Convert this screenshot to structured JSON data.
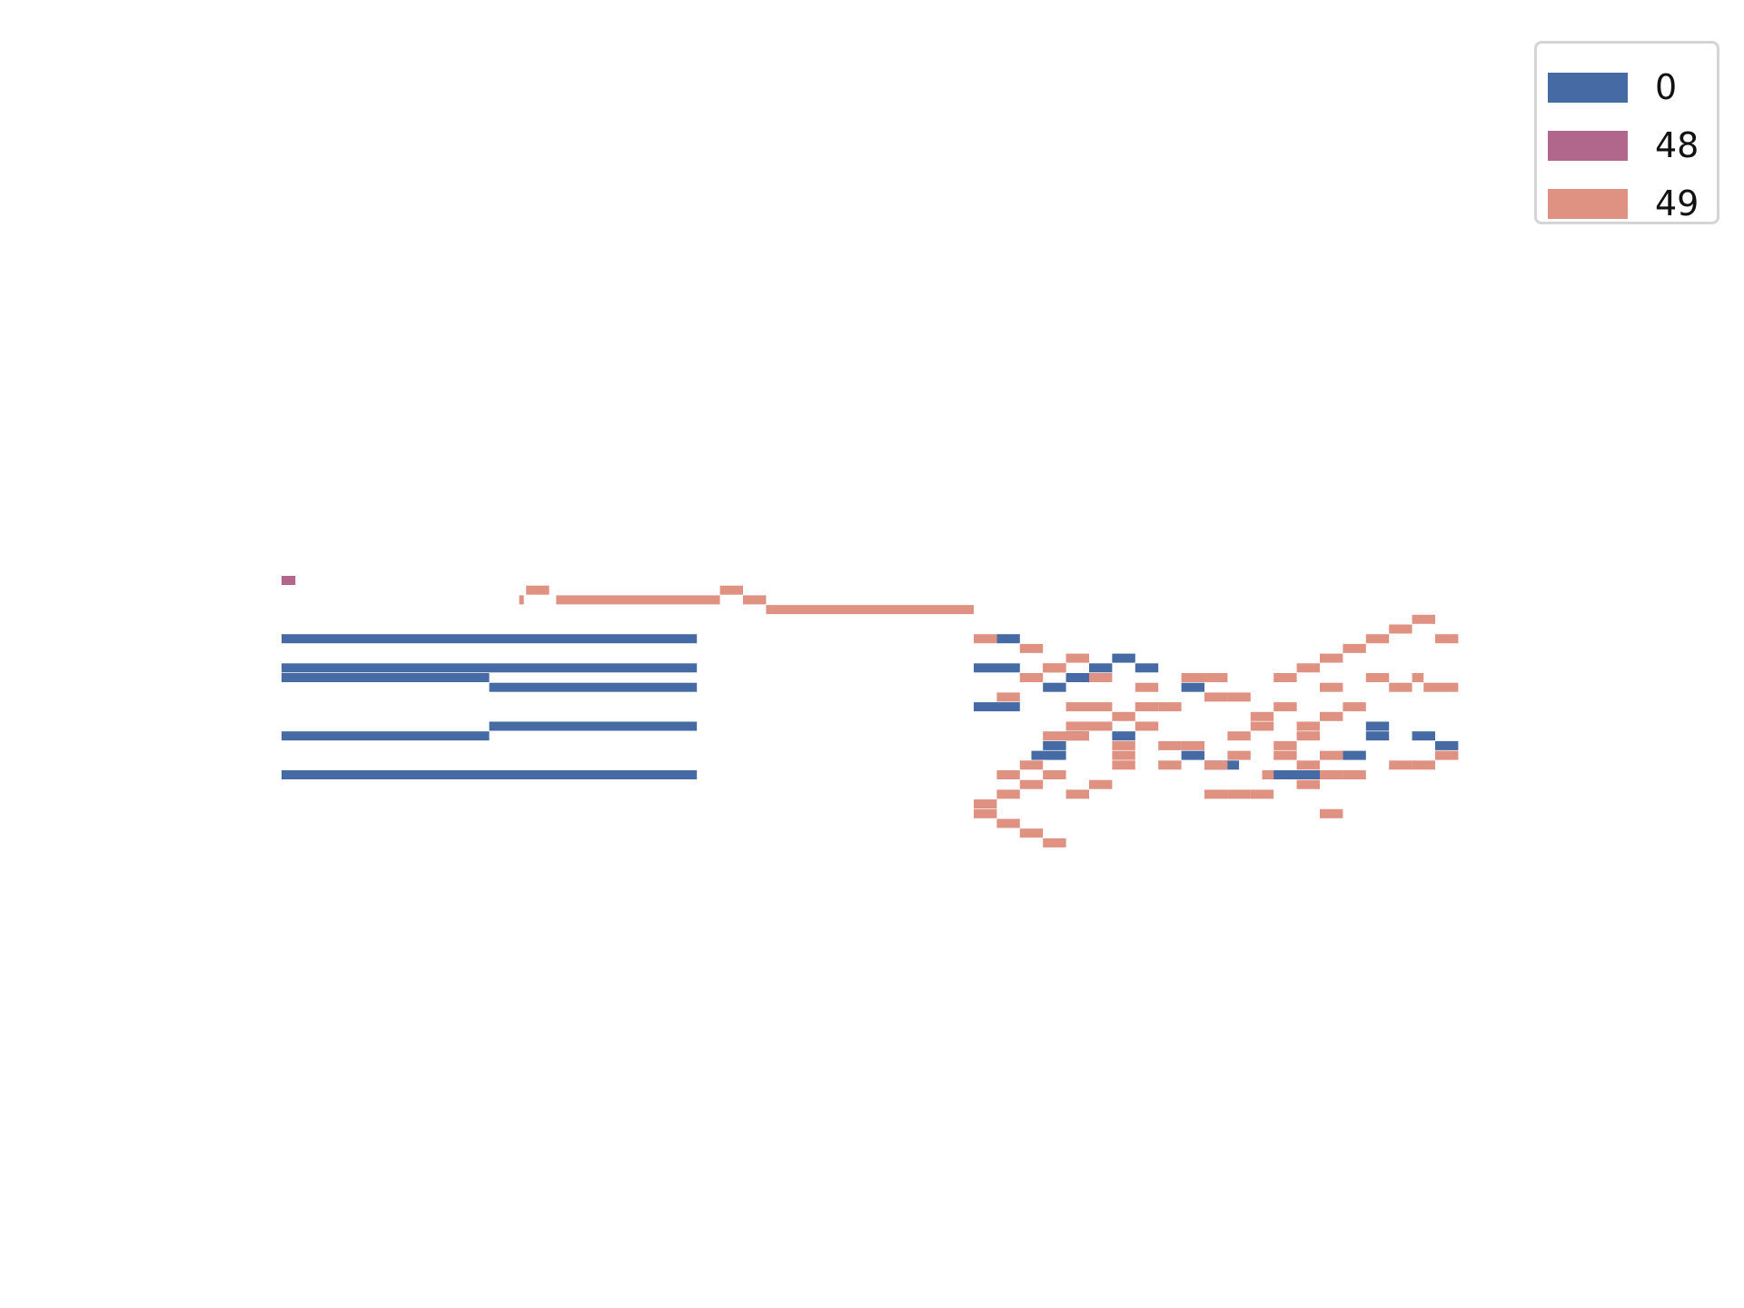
{
  "chart_data": {
    "type": "piano-roll",
    "title": "",
    "xlabel": "",
    "ylabel": "",
    "axes_visible": false,
    "grid": false,
    "legend_position": "top-right",
    "series": [
      {
        "name": "0",
        "color": "#466ba4",
        "notes": [
          [
            0,
            18,
            64
          ],
          [
            0,
            18,
            61
          ],
          [
            0,
            9,
            60
          ],
          [
            9,
            18,
            59
          ],
          [
            9,
            18,
            55
          ],
          [
            0,
            9,
            54
          ],
          [
            0,
            18,
            50
          ],
          [
            31,
            32,
            64
          ],
          [
            30,
            32,
            61
          ],
          [
            30,
            32,
            57
          ],
          [
            36,
            37,
            62
          ],
          [
            35,
            36,
            61
          ],
          [
            37,
            38,
            61
          ],
          [
            34,
            35,
            60
          ],
          [
            33,
            34,
            59
          ],
          [
            35,
            36,
            55
          ],
          [
            34,
            35,
            54
          ],
          [
            36,
            37,
            54
          ],
          [
            33,
            34,
            53
          ],
          [
            32.5,
            34,
            52
          ],
          [
            39,
            40,
            59
          ],
          [
            39,
            40,
            52
          ],
          [
            40,
            41.5,
            51
          ],
          [
            42.5,
            45,
            50
          ],
          [
            46,
            47,
            52
          ],
          [
            47,
            48,
            55
          ],
          [
            47,
            48,
            54
          ],
          [
            49,
            50,
            54
          ],
          [
            50,
            51,
            53
          ]
        ]
      },
      {
        "name": "48",
        "color": "#b1678b",
        "notes": [
          [
            0,
            0.6,
            70
          ]
        ]
      },
      {
        "name": "49",
        "color": "#df9182",
        "notes": [
          [
            10.6,
            11.6,
            69
          ],
          [
            10.3,
            10.5,
            68
          ],
          [
            11.9,
            19,
            68
          ],
          [
            19,
            20,
            69
          ],
          [
            20,
            21,
            68
          ],
          [
            21,
            30,
            67
          ],
          [
            30,
            31,
            64
          ],
          [
            31,
            32,
            50
          ],
          [
            32,
            33,
            63
          ],
          [
            33,
            34,
            61
          ],
          [
            34,
            35,
            62
          ],
          [
            35,
            36,
            60
          ],
          [
            36,
            37,
            56
          ],
          [
            37,
            38,
            59
          ],
          [
            38,
            39,
            57
          ],
          [
            39,
            40,
            53
          ],
          [
            40,
            41,
            58
          ],
          [
            41,
            42,
            54
          ],
          [
            42,
            43,
            55
          ],
          [
            43,
            44,
            57
          ],
          [
            44,
            45,
            54
          ],
          [
            45,
            46,
            52
          ],
          [
            46,
            47,
            63
          ],
          [
            47,
            48,
            64
          ],
          [
            48,
            49,
            65
          ],
          [
            49,
            50,
            66
          ],
          [
            50,
            51,
            64
          ],
          [
            31,
            32,
            58
          ],
          [
            32,
            33,
            60
          ],
          [
            33,
            34,
            61
          ],
          [
            34,
            35,
            57
          ],
          [
            34,
            35,
            55
          ],
          [
            33,
            34,
            50
          ],
          [
            32,
            33,
            51
          ],
          [
            31,
            32,
            48
          ],
          [
            30,
            31,
            47
          ],
          [
            30,
            31,
            46
          ],
          [
            31,
            32,
            45
          ],
          [
            32,
            33,
            44
          ],
          [
            33,
            34,
            43
          ],
          [
            34,
            35,
            48
          ],
          [
            32,
            33,
            49
          ],
          [
            33,
            35,
            54
          ],
          [
            35,
            36,
            57
          ],
          [
            35,
            36,
            55
          ],
          [
            36,
            37,
            53
          ],
          [
            36,
            37,
            52
          ],
          [
            37,
            38,
            57
          ],
          [
            37,
            38,
            55
          ],
          [
            38,
            39,
            53
          ],
          [
            38,
            39,
            51
          ],
          [
            35,
            36,
            49
          ],
          [
            36,
            37,
            51
          ],
          [
            39,
            40,
            60
          ],
          [
            40,
            41,
            60
          ],
          [
            41,
            42,
            58
          ],
          [
            42,
            43,
            56
          ],
          [
            42.5,
            43,
            50
          ],
          [
            41,
            42,
            52
          ],
          [
            40,
            41,
            51
          ],
          [
            42,
            43,
            48
          ],
          [
            40,
            41,
            48
          ],
          [
            41,
            42,
            48
          ],
          [
            43,
            44,
            60
          ],
          [
            44,
            45,
            61
          ],
          [
            45,
            46,
            62
          ],
          [
            44,
            45,
            55
          ],
          [
            43,
            44,
            53
          ],
          [
            44,
            45,
            51
          ],
          [
            44,
            45,
            49
          ],
          [
            45,
            46,
            50
          ],
          [
            46,
            47,
            50
          ],
          [
            45,
            46,
            59
          ],
          [
            46,
            47,
            57
          ],
          [
            45,
            46,
            56
          ],
          [
            47,
            48,
            60
          ],
          [
            48,
            49,
            59
          ],
          [
            49,
            49.5,
            60
          ],
          [
            49.5,
            50,
            59
          ],
          [
            50,
            51,
            59
          ],
          [
            48,
            49,
            51
          ],
          [
            50,
            51,
            52
          ],
          [
            49,
            50,
            51
          ],
          [
            43,
            44,
            52
          ],
          [
            45,
            46,
            46
          ]
        ]
      }
    ]
  }
}
